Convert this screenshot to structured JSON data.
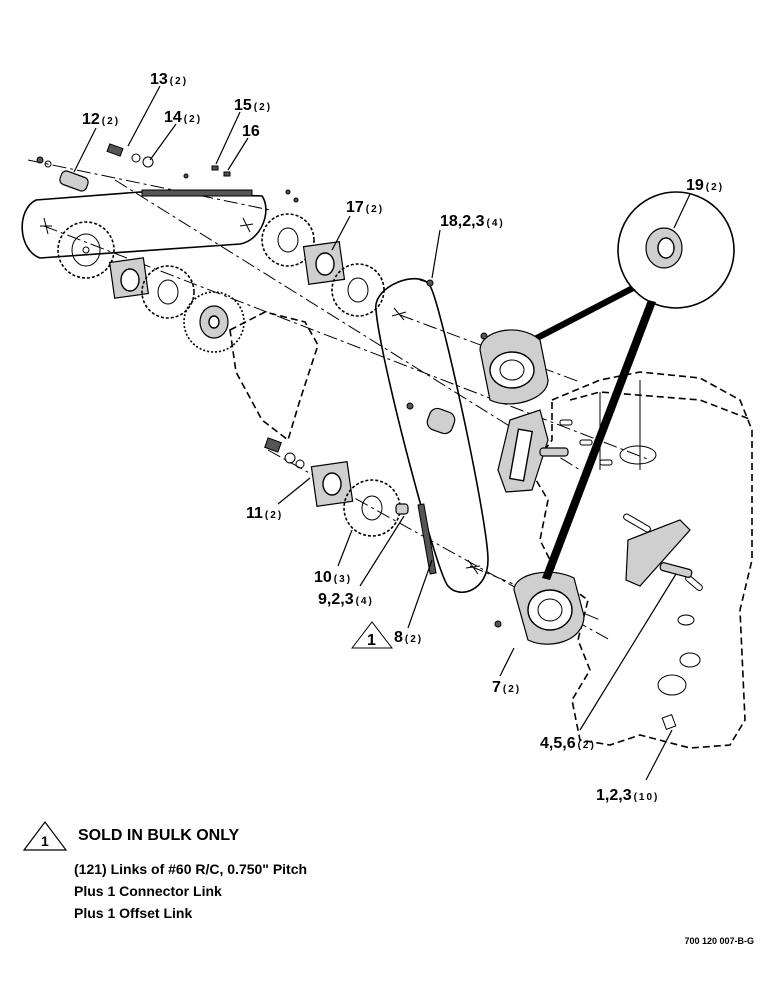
{
  "callouts": [
    {
      "id": "c13",
      "label": "13",
      "qty": "(2)"
    },
    {
      "id": "c12",
      "label": "12",
      "qty": "(2)"
    },
    {
      "id": "c14",
      "label": "14",
      "qty": "(2)"
    },
    {
      "id": "c15",
      "label": "15",
      "qty": "(2)"
    },
    {
      "id": "c16",
      "label": "16",
      "qty": ""
    },
    {
      "id": "c17",
      "label": "17",
      "qty": "(2)"
    },
    {
      "id": "c18",
      "label": "18,2,3",
      "qty": "(4)"
    },
    {
      "id": "c19",
      "label": "19",
      "qty": "(2)"
    },
    {
      "id": "c11",
      "label": "11",
      "qty": "(2)"
    },
    {
      "id": "c10",
      "label": "10",
      "qty": "(3)"
    },
    {
      "id": "c9",
      "label": "9,2,3",
      "qty": "(4)"
    },
    {
      "id": "c8",
      "label": "8",
      "qty": "(2)"
    },
    {
      "id": "c7",
      "label": "7",
      "qty": "(2)"
    },
    {
      "id": "c456",
      "label": "4,5,6",
      "qty": "(2)"
    },
    {
      "id": "c123",
      "label": "1,2,3",
      "qty": "(10)"
    }
  ],
  "note_marker": "1",
  "note": {
    "title": "SOLD IN BULK ONLY",
    "lines": [
      "(121) Links of #60 R/C, 0.750\" Pitch",
      "Plus 1 Connector Link",
      "Plus 1 Offset Link"
    ]
  },
  "drawing_number": "700 120 007-B-G"
}
